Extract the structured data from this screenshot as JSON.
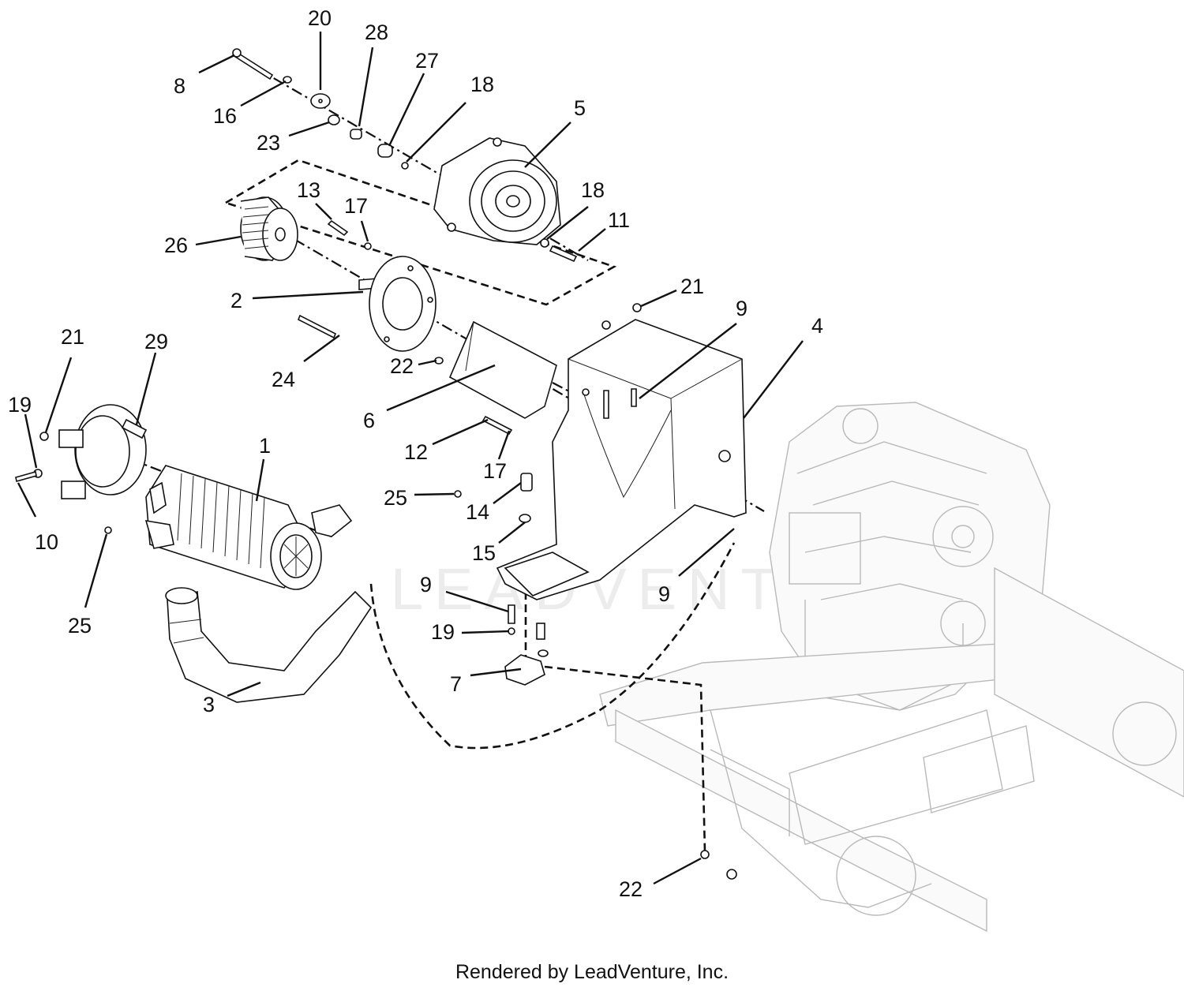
{
  "watermark": "LEADVENTURE",
  "footer": "Rendered by LeadVenture, Inc.",
  "callouts": [
    {
      "id": "c-20",
      "label": "20"
    },
    {
      "id": "c-28",
      "label": "28"
    },
    {
      "id": "c-27",
      "label": "27"
    },
    {
      "id": "c-18a",
      "label": "18"
    },
    {
      "id": "c-5",
      "label": "5"
    },
    {
      "id": "c-8",
      "label": "8"
    },
    {
      "id": "c-16",
      "label": "16"
    },
    {
      "id": "c-23",
      "label": "23"
    },
    {
      "id": "c-13",
      "label": "13"
    },
    {
      "id": "c-17a",
      "label": "17"
    },
    {
      "id": "c-18b",
      "label": "18"
    },
    {
      "id": "c-11",
      "label": "11"
    },
    {
      "id": "c-26",
      "label": "26"
    },
    {
      "id": "c-2",
      "label": "2"
    },
    {
      "id": "c-21a",
      "label": "21"
    },
    {
      "id": "c-9a",
      "label": "9"
    },
    {
      "id": "c-4",
      "label": "4"
    },
    {
      "id": "c-24",
      "label": "24"
    },
    {
      "id": "c-22a",
      "label": "22"
    },
    {
      "id": "c-6",
      "label": "6"
    },
    {
      "id": "c-21b",
      "label": "21"
    },
    {
      "id": "c-29",
      "label": "29"
    },
    {
      "id": "c-19a",
      "label": "19"
    },
    {
      "id": "c-1",
      "label": "1"
    },
    {
      "id": "c-12",
      "label": "12"
    },
    {
      "id": "c-17b",
      "label": "17"
    },
    {
      "id": "c-25a",
      "label": "25"
    },
    {
      "id": "c-14",
      "label": "14"
    },
    {
      "id": "c-10",
      "label": "10"
    },
    {
      "id": "c-15",
      "label": "15"
    },
    {
      "id": "c-25b",
      "label": "25"
    },
    {
      "id": "c-9b",
      "label": "9"
    },
    {
      "id": "c-9c",
      "label": "9"
    },
    {
      "id": "c-19b",
      "label": "19"
    },
    {
      "id": "c-7",
      "label": "7"
    },
    {
      "id": "c-3",
      "label": "3"
    },
    {
      "id": "c-22b",
      "label": "22"
    }
  ]
}
